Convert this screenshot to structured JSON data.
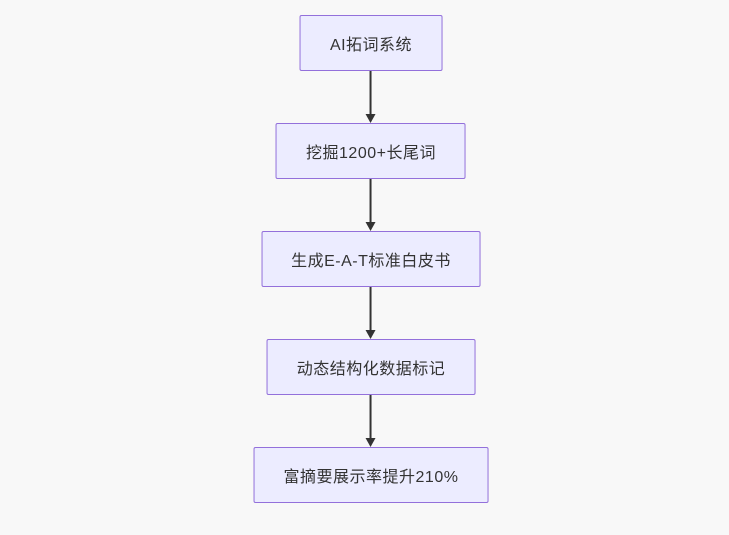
{
  "flowchart": {
    "type": "flowchart",
    "direction": "top-down",
    "nodes": [
      {
        "label": "AI拓词系统"
      },
      {
        "label": "挖掘1200+长尾词"
      },
      {
        "label": "生成E-A-T标准白皮书"
      },
      {
        "label": "动态结构化数据标记"
      },
      {
        "label": "富摘要展示率提升210%"
      }
    ],
    "edges": [
      {
        "from": 0,
        "to": 1
      },
      {
        "from": 1,
        "to": 2
      },
      {
        "from": 2,
        "to": 3
      },
      {
        "from": 3,
        "to": 4
      }
    ],
    "colors": {
      "background": "#f8f8f8",
      "node_fill": "#ECECFF",
      "node_border": "#9370DB",
      "node_text": "#333333",
      "arrow": "#333333"
    }
  }
}
